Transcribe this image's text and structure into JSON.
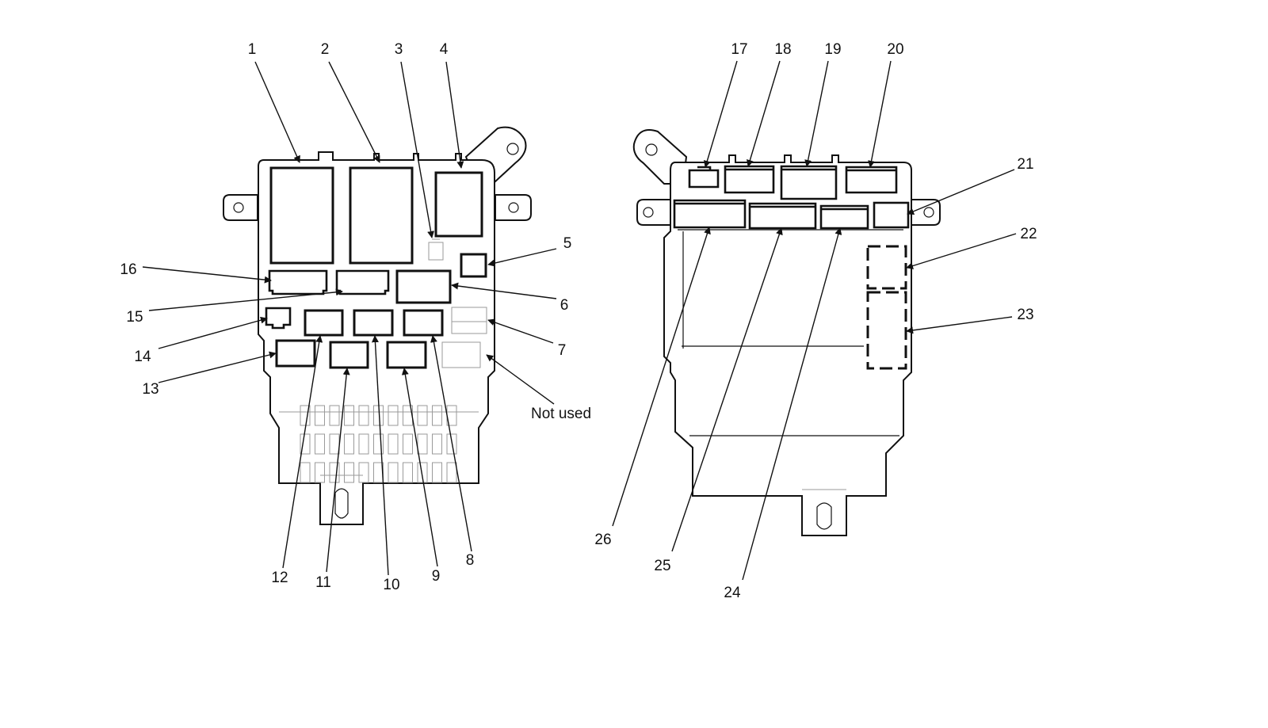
{
  "callouts": {
    "c1": "1",
    "c2": "2",
    "c3": "3",
    "c4": "4",
    "c5": "5",
    "c6": "6",
    "c7": "7",
    "c8": "8",
    "c9": "9",
    "c10": "10",
    "c11": "11",
    "c12": "12",
    "c13": "13",
    "c14": "14",
    "c15": "15",
    "c16": "16",
    "c17": "17",
    "c18": "18",
    "c19": "19",
    "c20": "20",
    "c21": "21",
    "c22": "22",
    "c23": "23",
    "c24": "24",
    "c25": "25",
    "c26": "26",
    "not_used": "Not used"
  }
}
